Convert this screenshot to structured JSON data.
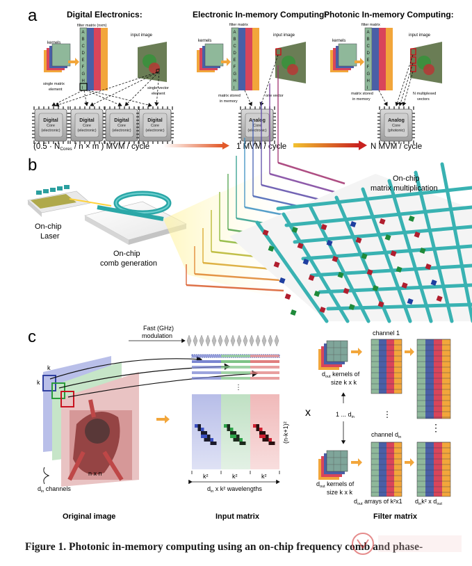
{
  "panel_a": {
    "letter": "a",
    "digital": {
      "title": "Digital Electronics:",
      "filter_label": "filter matrix (nxm)",
      "kernels": "kernels",
      "input_image": "input image",
      "single_matrix": "single matrix",
      "element": "element",
      "single_vector": "single vector",
      "element2": "element",
      "core_line1": "Digital",
      "core_line2": "Core",
      "core_line3": "(electronic)"
    },
    "electronic": {
      "title": "Electronic In-memory Computing:",
      "filter_label": "filter matrix",
      "kernels": "kernels",
      "input_image": "input image",
      "stored1": "matrix stored",
      "stored2": "in memory",
      "one_vector": "one vector",
      "core_line1": "Analog",
      "core_line2": "Core",
      "core_line3": "(electronic)"
    },
    "photonic": {
      "title": "Photonic In-memory Computing:",
      "filter_label": "filter matrix",
      "kernels": "kernels",
      "input_image": "input image",
      "stored1": "matrix stored",
      "stored2": "in memory",
      "mux1": "N multiplexed",
      "mux2": "vectors",
      "core_line1": "Analog",
      "core_line2": "Core",
      "core_line3": "(photonic)"
    },
    "letters": [
      "A",
      "B",
      "C",
      "D",
      "E",
      "F",
      "G",
      "H",
      "I"
    ],
    "throughput_digital_pre": "(0.5 · N",
    "throughput_digital_sub": "Cores",
    "throughput_digital_post": " / n × m ) MVM / cycle",
    "throughput_electronic": "1 MVM / cycle",
    "throughput_photonic": "N MVM / cycle"
  },
  "panel_b": {
    "letter": "b",
    "laser1": "On-chip",
    "laser2": "Laser",
    "comb1": "On-chip",
    "comb2": "comb generation",
    "matrix1": "On-chip",
    "matrix2": "matrix multiplication"
  },
  "panel_c": {
    "letter": "c",
    "modulation1": "Fast (GHz)",
    "modulation2": "modulation",
    "k_top": "k",
    "k_side": "k",
    "nxn": "n x n",
    "din": "d",
    "din_sub": "in",
    "channels": " channels",
    "original_image": "Original image",
    "input_matrix": "Input matrix",
    "filter_matrix": "Filter matrix",
    "k2": "k²",
    "nk1": "(n-k+1)²",
    "wavelengths_pre": "d",
    "wavelengths_sub": "in",
    "wavelengths_post": " x k² wavelengths",
    "times": "x",
    "dout": "d",
    "dout_sub": "out",
    "kernels_of": " kernels of",
    "size_kxk": "size k x k",
    "channel1": "channel 1",
    "channel_dn": "channel d",
    "channel_dn_sub": "in",
    "range_pre": "1 ... d",
    "range_sub": "in",
    "arrays_pre": "d",
    "arrays_sub": "out",
    "arrays_post": " arrays of k²x1",
    "final_pre": "d",
    "final_sub": "in",
    "final_mid": "k² x d",
    "final_sub2": "out",
    "dots": "⋮"
  },
  "caption": "Figure 1. Photonic in-memory computing using an on-chip frequency comb and phase-",
  "colors": {
    "green": "#8fb89a",
    "blue": "#4a5fa6",
    "red": "#d9455a",
    "orange": "#f2a63b",
    "teal": "#3fb4b4"
  }
}
